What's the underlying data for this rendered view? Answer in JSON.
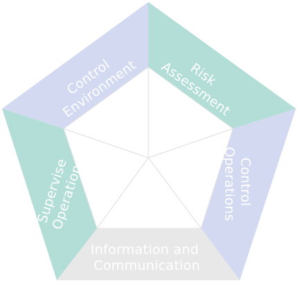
{
  "diagram": {
    "segments": [
      {
        "id": "control-environment",
        "lines": [
          "Control",
          "Environment"
        ],
        "color": "#d3d9f0"
      },
      {
        "id": "risk-assessment",
        "lines": [
          "Risk",
          "Assessment"
        ],
        "color": "#b3ddd7"
      },
      {
        "id": "control-operations",
        "lines": [
          "Control",
          "Operations"
        ],
        "color": "#d3d9f0"
      },
      {
        "id": "information-and-communication",
        "lines": [
          "Information and",
          "Communication"
        ],
        "color": "#e8e8e8"
      },
      {
        "id": "supervise-operations",
        "lines": [
          "Supervise",
          "Operations"
        ],
        "color": "#b3ddd7"
      }
    ]
  }
}
